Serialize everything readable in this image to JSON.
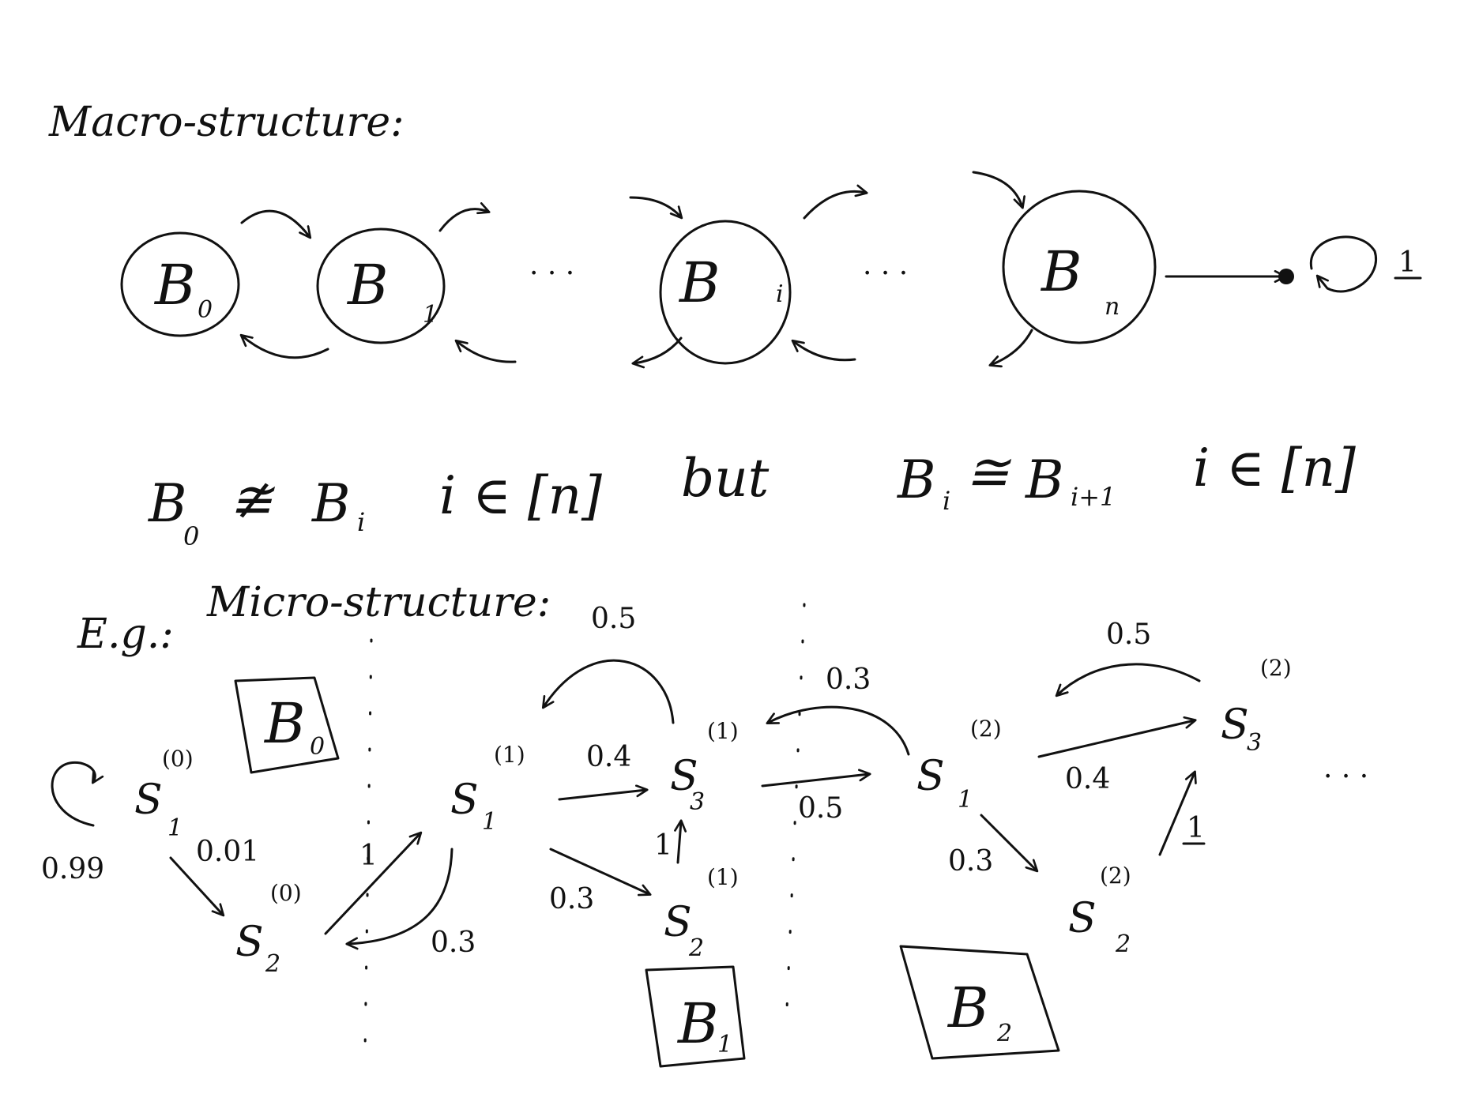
{
  "headings": {
    "macro": "Macro-structure:",
    "eg": "E.g.:",
    "micro": "Micro-structure:"
  },
  "macro": {
    "blocks": [
      {
        "letter": "B",
        "sub": "0"
      },
      {
        "letter": "B",
        "sub": "1"
      },
      {
        "letter": "B",
        "sub": "i"
      },
      {
        "letter": "B",
        "sub": "n"
      }
    ],
    "ellipsis": "· · ·",
    "absorbing_prob": "1"
  },
  "relations": {
    "left": {
      "lhs": "B",
      "lhs_sub": "0",
      "op": "≇",
      "rhs": "B",
      "rhs_sub": "i",
      "domain": "i ∈ [n]"
    },
    "connector": "but",
    "right": {
      "lhs": "B",
      "lhs_sub": "i",
      "op": "≅",
      "rhs": "B",
      "rhs_sub": "i+1",
      "domain": "i ∈ [n]"
    }
  },
  "micro": {
    "blocks": [
      {
        "letter": "B",
        "sub": "0"
      },
      {
        "letter": "B",
        "sub": "1"
      },
      {
        "letter": "B",
        "sub": "2"
      }
    ],
    "states": [
      {
        "s": "S",
        "sub": "1",
        "sup": "(0)"
      },
      {
        "s": "S",
        "sub": "2",
        "sup": "(0)"
      },
      {
        "s": "S",
        "sub": "1",
        "sup": "(1)"
      },
      {
        "s": "S",
        "sub": "3",
        "sup": "(1)"
      },
      {
        "s": "S",
        "sub": "2",
        "sup": "(1)"
      },
      {
        "s": "S",
        "sub": "1",
        "sup": "(2)"
      },
      {
        "s": "S",
        "sub": "3",
        "sup": "(2)"
      },
      {
        "s": "S",
        "sub": "2",
        "sup": "(2)"
      }
    ],
    "probabilities": [
      "0.99",
      "0.01",
      "1",
      "0.3",
      "0.5",
      "0.4",
      "0.3",
      "1",
      "0.3",
      "0.5",
      "0.5",
      "0.4",
      "0.3",
      "1"
    ],
    "ellipsis": "· · ·"
  }
}
